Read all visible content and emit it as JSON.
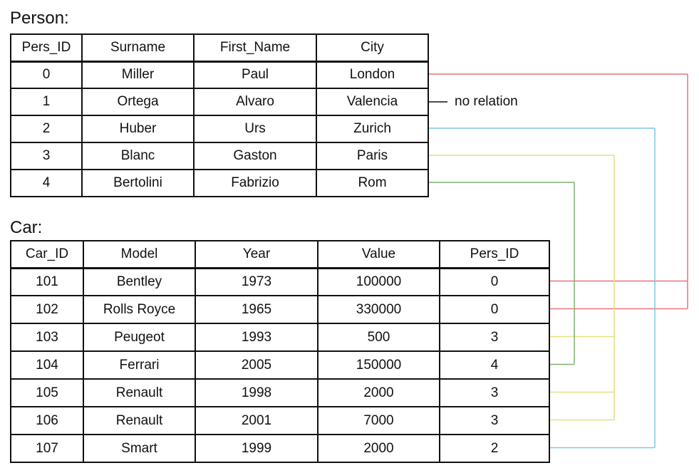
{
  "person": {
    "title": "Person:",
    "columns": [
      "Pers_ID",
      "Surname",
      "First_Name",
      "City"
    ],
    "rows": [
      [
        "0",
        "Miller",
        "Paul",
        "London"
      ],
      [
        "1",
        "Ortega",
        "Alvaro",
        "Valencia"
      ],
      [
        "2",
        "Huber",
        "Urs",
        "Zurich"
      ],
      [
        "3",
        "Blanc",
        "Gaston",
        "Paris"
      ],
      [
        "4",
        "Bertolini",
        "Fabrizio",
        "Rom"
      ]
    ]
  },
  "car": {
    "title": "Car:",
    "columns": [
      "Car_ID",
      "Model",
      "Year",
      "Value",
      "Pers_ID"
    ],
    "rows": [
      [
        "101",
        "Bentley",
        "1973",
        "100000",
        "0"
      ],
      [
        "102",
        "Rolls Royce",
        "1965",
        "330000",
        "0"
      ],
      [
        "103",
        "Peugeot",
        "1993",
        "500",
        "3"
      ],
      [
        "104",
        "Ferrari",
        "2005",
        "150000",
        "4"
      ],
      [
        "105",
        "Renault",
        "1998",
        "2000",
        "3"
      ],
      [
        "106",
        "Renault",
        "2001",
        "7000",
        "3"
      ],
      [
        "107",
        "Smart",
        "1999",
        "2000",
        "2"
      ]
    ]
  },
  "no_relation_label": "no relation",
  "link_colors": {
    "0": "#e8757a",
    "2": "#7cc8e6",
    "3": "#e6e17a",
    "4": "#79b36b"
  }
}
